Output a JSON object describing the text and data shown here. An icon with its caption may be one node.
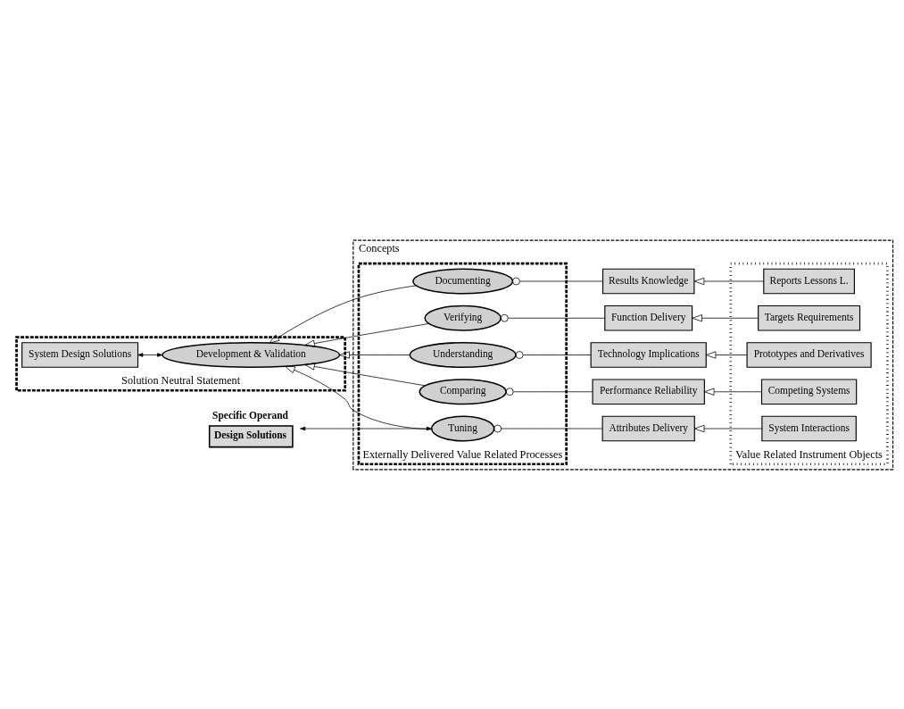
{
  "diagram": {
    "nodes": [
      {
        "text": [
          "Solution Neutral Statement"
        ]
      },
      {
        "text": [
          "System Design Solutions"
        ],
        "in": 0
      },
      {
        "text": [
          "Development & Validation"
        ],
        "in": 0
      },
      {
        "text": [
          "Specific Operand",
          "Design Solutions"
        ]
      },
      {
        "text": [
          "Concepts"
        ]
      },
      {
        "text": [
          "Externally Delivered Value Related Processes"
        ],
        "in": 4
      },
      {
        "text": [
          "Tuning"
        ],
        "in": 5
      },
      {
        "text": [
          "Comparing"
        ],
        "in": 5
      },
      {
        "text": [
          "Understanding"
        ],
        "in": 5
      },
      {
        "text": [
          "Verifying"
        ],
        "in": 5
      },
      {
        "text": [
          "Documenting"
        ],
        "in": 5
      },
      {
        "text": [
          "Value Related Instrument Objects"
        ],
        "in": 4
      },
      {
        "text": [
          "Attributes Delivery"
        ],
        "in": 4
      },
      {
        "text": [
          "Performance Reliability"
        ],
        "in": 4
      },
      {
        "text": [
          "Technology Implications"
        ],
        "in": 4
      },
      {
        "text": [
          "Function Delivery"
        ],
        "in": 4
      },
      {
        "text": [
          "Results Knowledge"
        ],
        "in": 4
      },
      {
        "text": [
          "System Interactions"
        ],
        "in": 11
      },
      {
        "text": [
          "Competing Systems"
        ],
        "in": 11
      },
      {
        "text": [
          "Prototypes and Derivatives"
        ],
        "in": 11
      },
      {
        "text": [
          "Targets Requirements"
        ],
        "in": 11
      },
      {
        "text": [
          "Reports Lessons L."
        ],
        "in": 11
      }
    ],
    "edges": [
      {
        "from": 2,
        "to": 1,
        "arrow": "both"
      },
      {
        "from": 6,
        "to": 3,
        "arrow": "both"
      },
      {
        "from": 6,
        "to": 2,
        "arrow": "to"
      },
      {
        "from": 7,
        "to": 2,
        "arrow": "to"
      },
      {
        "from": 8,
        "to": 2,
        "arrow": "to"
      },
      {
        "from": 9,
        "to": 2,
        "arrow": "to"
      },
      {
        "from": 10,
        "to": 2,
        "arrow": "to"
      },
      {
        "from": 12,
        "to": 6,
        "arrow": "other"
      },
      {
        "from": 13,
        "to": 7,
        "arrow": "other"
      },
      {
        "from": 14,
        "to": 8,
        "arrow": "other"
      },
      {
        "from": 15,
        "to": 9,
        "arrow": "other"
      },
      {
        "from": 16,
        "to": 10,
        "arrow": "other"
      },
      {
        "from": 17,
        "to": 12,
        "arrow": "to"
      },
      {
        "from": 18,
        "to": 13,
        "arrow": "to"
      },
      {
        "from": 19,
        "to": 14,
        "arrow": "to"
      },
      {
        "from": 20,
        "to": 15,
        "arrow": "to"
      },
      {
        "from": 21,
        "to": 16,
        "arrow": "to"
      }
    ]
  }
}
